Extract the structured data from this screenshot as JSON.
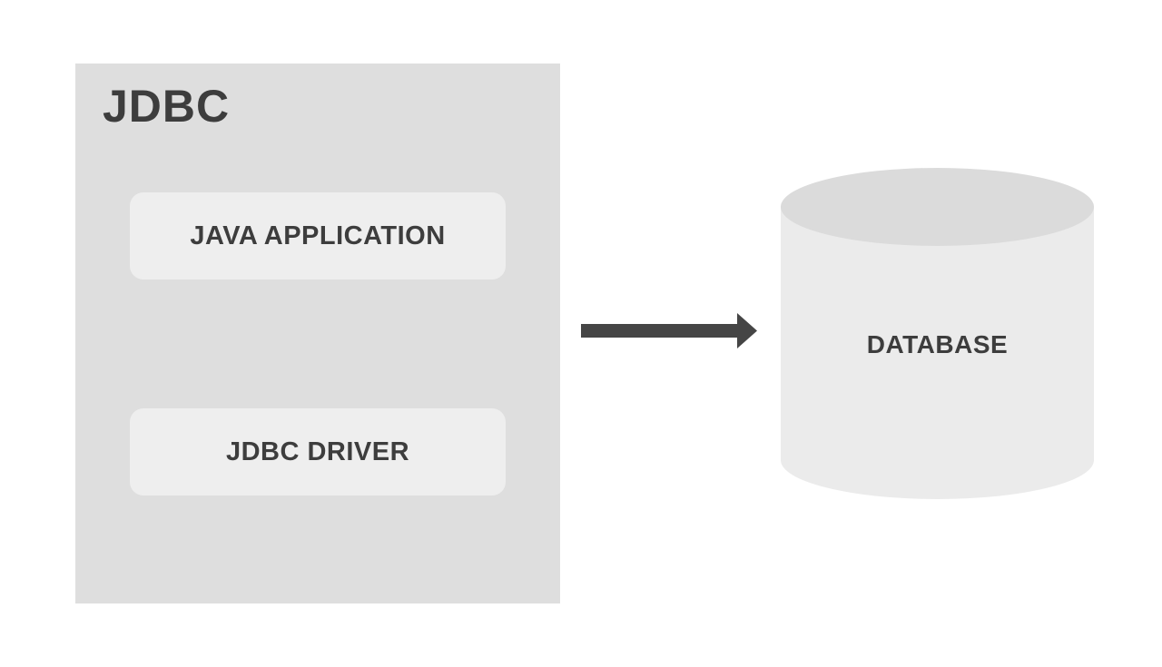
{
  "diagram": {
    "jdbc_group": {
      "title": "JDBC",
      "nodes": [
        {
          "id": "java-application",
          "label": "JAVA APPLICATION"
        },
        {
          "id": "jdbc-driver",
          "label": "JDBC DRIVER"
        }
      ]
    },
    "connector": {
      "type": "arrow-right",
      "from": "jdbc_group",
      "to": "database"
    },
    "database": {
      "label": "DATABASE",
      "shape": "cylinder"
    }
  },
  "colors": {
    "page_background": "#ffffff",
    "group_box": "#dedede",
    "node_box": "#eeeeee",
    "text": "#3d3d3d",
    "arrow": "#454545",
    "cylinder_top": "#dbdbdb",
    "cylinder_body": "#ebebeb"
  }
}
